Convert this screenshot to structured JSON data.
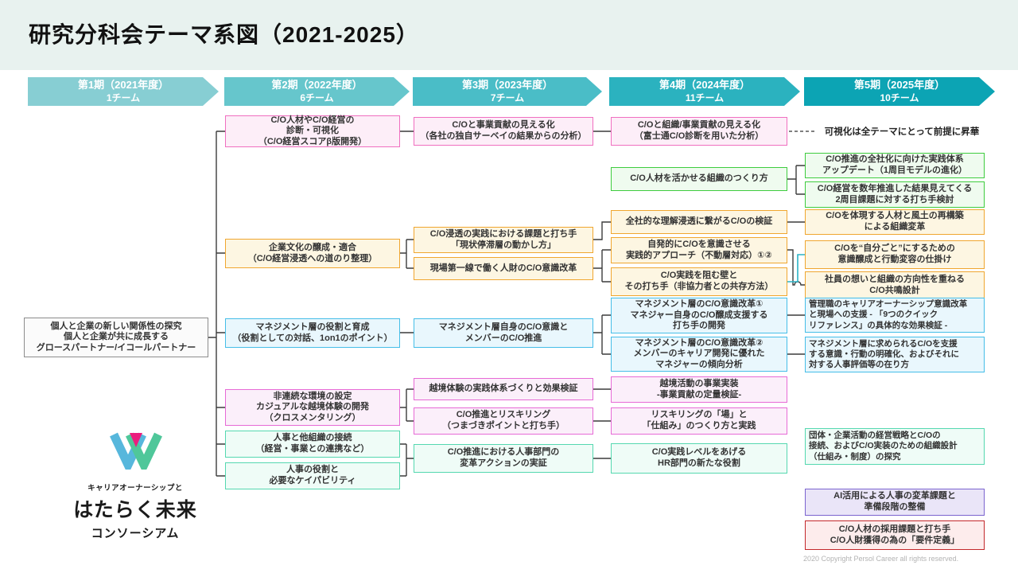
{
  "title": "研究分科会テーマ系図（2021-2025）",
  "phases": [
    {
      "label": "第1期（2021年度）",
      "teams": "1チーム",
      "color": "#87ced3"
    },
    {
      "label": "第2期（2022年度）",
      "teams": "6チーム",
      "color": "#66c6cc"
    },
    {
      "label": "第3期（2023年度）",
      "teams": "7チーム",
      "color": "#4abdc7"
    },
    {
      "label": "第4期（2024年度）",
      "teams": "11チーム",
      "color": "#2bb2bf"
    },
    {
      "label": "第5期（2025年度）",
      "teams": "10チーム",
      "color": "#0ca4b4"
    }
  ],
  "themes": {
    "gray": {
      "border": "#8c8c8c",
      "bg": "#fbfbfb"
    },
    "pink": {
      "border": "#f06fc0",
      "bg": "#fdeef8"
    },
    "orange": {
      "border": "#f0a62f",
      "bg": "#fdf6e2"
    },
    "green": {
      "border": "#3ecc3e",
      "bg": "#effbef"
    },
    "blue": {
      "border": "#45bee8",
      "bg": "#e9f7fd"
    },
    "magenta": {
      "border": "#e76ad6",
      "bg": "#fbeffa"
    },
    "mint": {
      "border": "#55d8b0",
      "bg": "#effcf7"
    },
    "purple": {
      "border": "#7b64cf",
      "bg": "#eae5f8"
    },
    "red": {
      "border": "#c3272b",
      "bg": "#fdecec"
    }
  },
  "boxes": [
    {
      "id": "b21_1",
      "theme": "gray",
      "lines": [
        "個人と企業の新しい関係性の探究",
        "個人と企業が共に成長する",
        "グロースパートナー/イコールパートナー"
      ]
    },
    {
      "id": "b22_1",
      "theme": "pink",
      "lines": [
        "C/O人材やC/O経営の",
        "診断・可視化",
        "（C/O経営スコアβ版開発）"
      ]
    },
    {
      "id": "b22_2",
      "theme": "orange",
      "lines": [
        "企業文化の醸成・適合",
        "（C/O経営浸透への道のり整理）"
      ]
    },
    {
      "id": "b22_3",
      "theme": "blue",
      "lines": [
        "マネジメント層の役割と育成",
        "（役割としての対話、1on1のポイント）"
      ]
    },
    {
      "id": "b22_4",
      "theme": "magenta",
      "lines": [
        "非連続な環境の設定",
        "カジュアルな越境体験の開発",
        "（クロスメンタリング）"
      ]
    },
    {
      "id": "b22_5",
      "theme": "mint",
      "lines": [
        "人事と他組織の接続",
        "（経営・事業との連携など）"
      ]
    },
    {
      "id": "b22_6",
      "theme": "mint",
      "lines": [
        "人事の役割と",
        "必要なケイパビリティ"
      ]
    },
    {
      "id": "b23_1",
      "theme": "pink",
      "lines": [
        "C/Oと事業貢献の見える化",
        "（各社の独自サーベイの結果からの分析）"
      ]
    },
    {
      "id": "b23_2",
      "theme": "orange",
      "lines": [
        "C/O浸透の実践における課題と打ち手",
        "「現状停滞層の動かし方」"
      ]
    },
    {
      "id": "b23_3",
      "theme": "orange",
      "lines": [
        "現場第一線で働く人財のC/O意識改革"
      ]
    },
    {
      "id": "b23_4",
      "theme": "blue",
      "lines": [
        "マネジメント層自身のC/O意識と",
        "メンバーのC/O推進"
      ]
    },
    {
      "id": "b23_5",
      "theme": "magenta",
      "lines": [
        "越境体験の実践体系づくりと効果検証"
      ]
    },
    {
      "id": "b23_6",
      "theme": "magenta",
      "lines": [
        "C/O推進とリスキリング",
        "（つまづきポイントと打ち手）"
      ]
    },
    {
      "id": "b23_7",
      "theme": "mint",
      "lines": [
        "C/O推進における人事部門の",
        "変革アクションの実証"
      ]
    },
    {
      "id": "b24_1",
      "theme": "pink",
      "lines": [
        "C/Oと組織/事業貢献の見える化",
        "（富士通C/O診断を用いた分析）"
      ]
    },
    {
      "id": "b24_2",
      "theme": "green",
      "lines": [
        "C/O人材を活かせる組織のつくり方"
      ]
    },
    {
      "id": "b24_3",
      "theme": "orange",
      "lines": [
        "全社的な理解浸透に繋がるC/Oの検証"
      ]
    },
    {
      "id": "b24_4",
      "theme": "orange",
      "lines": [
        "自発的にC/Oを意識させる",
        "実践的アプローチ（不動層対応）①②"
      ]
    },
    {
      "id": "b24_5",
      "theme": "orange",
      "lines": [
        "C/O実践を阻む壁と",
        "その打ち手（非協力者との共存方法）"
      ]
    },
    {
      "id": "b24_6",
      "theme": "blue",
      "lines": [
        "マネジメント層のC/O意識改革①",
        "マネジャー自身のC/O醸成支援する",
        "打ち手の開発"
      ]
    },
    {
      "id": "b24_7",
      "theme": "blue",
      "lines": [
        "マネジメント層のC/O意識改革②",
        "メンバーのキャリア開発に優れた",
        "マネジャーの傾向分析"
      ]
    },
    {
      "id": "b24_8",
      "theme": "magenta",
      "lines": [
        "越境活動の事業実装",
        "-事業貢献の定量検証-"
      ]
    },
    {
      "id": "b24_9",
      "theme": "magenta",
      "lines": [
        "リスキリングの「場」と",
        "「仕組み」のつくり方と実践"
      ]
    },
    {
      "id": "b24_10",
      "theme": "mint",
      "lines": [
        "C/O実践レベルをあげる",
        "HR部門の新たな役割"
      ]
    },
    {
      "id": "b25_1",
      "theme": "green",
      "lines": [
        "C/O推進の全社化に向けた実践体系",
        "アップデート（1周目モデルの進化）"
      ]
    },
    {
      "id": "b25_2",
      "theme": "green",
      "lines": [
        "C/O経営を数年推進した結果見えてくる",
        "2周目課題に対する打ち手検討"
      ]
    },
    {
      "id": "b25_3",
      "theme": "orange",
      "lines": [
        "C/Oを体現する人材と風土の再構築",
        "による組織変革"
      ]
    },
    {
      "id": "b25_4",
      "theme": "orange",
      "lines": [
        "C/Oを“自分ごと”にするための",
        "意識醸成と行動変容の仕掛け"
      ]
    },
    {
      "id": "b25_5",
      "theme": "orange",
      "lines": [
        "社員の想いと組織の方向性を重ねる",
        "C/O共鳴設計"
      ]
    },
    {
      "id": "b25_6",
      "theme": "blue",
      "lines": [
        "管理職のキャリアオーナーシップ意識改革",
        "と現場への支援 - 「9つのクイック",
        "リファレンス」の具体的な効果検証 -"
      ]
    },
    {
      "id": "b25_7",
      "theme": "blue",
      "lines": [
        "マネジメント層に求められるC/Oを支援",
        "する意識・行動の明確化、およびそれに",
        "対する人事評価等の在り方"
      ]
    },
    {
      "id": "b25_8",
      "theme": "mint",
      "lines": [
        "団体・企業活動の経営戦略とC/Oの",
        "接続、およびC/O実装のための組織設計",
        "（仕組み・制度）の探究"
      ]
    },
    {
      "id": "b25_9",
      "theme": "purple",
      "lines": [
        "AI活用による人事の変革課題と",
        "準備段階の整備"
      ]
    },
    {
      "id": "b25_10",
      "theme": "red",
      "lines": [
        "C/O人材の採用課題と打ち手",
        "C/O人財獲得の為の「要件定義」"
      ]
    }
  ],
  "annotation": "可視化は全テーマにとって前提に昇華",
  "logo": {
    "tagline": "キャリアオーナーシップと",
    "line1": "はたらく未来",
    "line2": "コンソーシアム",
    "colors": {
      "blue": "#57b7dc",
      "green": "#4fc79a",
      "pink": "#ea1d7d"
    }
  },
  "footer": "2020 Copyright Persol Career all rights reserved."
}
